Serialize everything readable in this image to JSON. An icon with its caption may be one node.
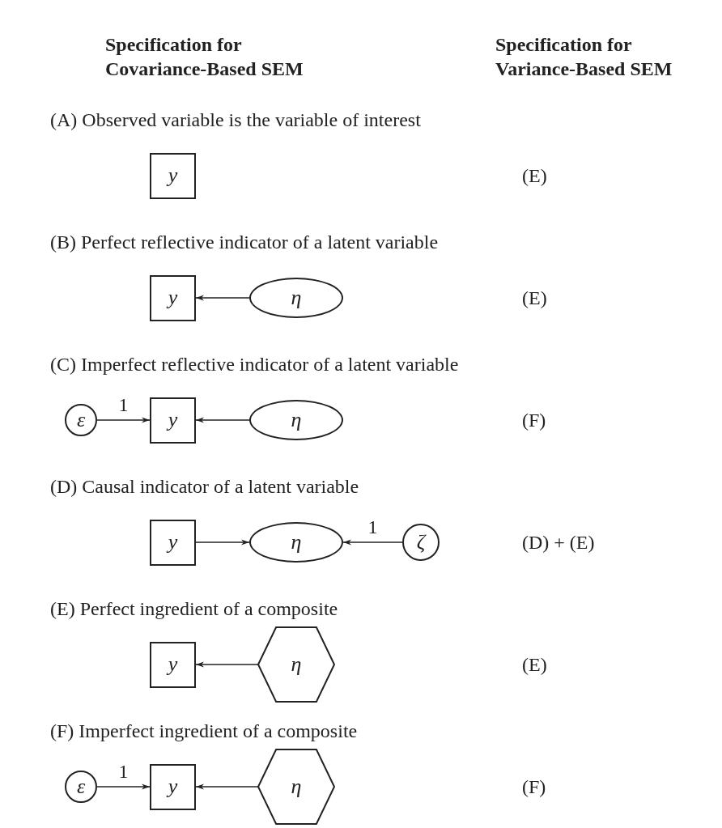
{
  "diagram": {
    "nodes": [
      {
        "text": [
          "y"
        ]
      },
      {
        "text": [
          "y"
        ]
      },
      {
        "text": [
          "η"
        ]
      },
      {
        "text": [
          "ε"
        ]
      },
      {
        "text": [
          "y"
        ]
      },
      {
        "text": [
          "η"
        ]
      },
      {
        "text": [
          "y"
        ]
      },
      {
        "text": [
          "η"
        ]
      },
      {
        "text": [
          "ζ"
        ]
      },
      {
        "text": [
          "y"
        ]
      },
      {
        "text": [
          "η"
        ]
      },
      {
        "text": [
          "ε"
        ]
      },
      {
        "text": [
          "y"
        ]
      },
      {
        "text": [
          "η"
        ]
      }
    ],
    "edges": [
      {
        "from": 2,
        "to": 1,
        "arrow": "to"
      },
      {
        "from": 3,
        "to": 4,
        "arrow": "to",
        "label": "1"
      },
      {
        "from": 5,
        "to": 4,
        "arrow": "to"
      },
      {
        "from": 6,
        "to": 7,
        "arrow": "to"
      },
      {
        "from": 8,
        "to": 7,
        "arrow": "to",
        "label": "1"
      },
      {
        "from": 10,
        "to": 9,
        "arrow": "to"
      },
      {
        "from": 11,
        "to": 12,
        "arrow": "to",
        "label": "1"
      },
      {
        "from": 13,
        "to": 12,
        "arrow": "to"
      }
    ],
    "labels": [
      "Specification for Covariance-Based SEM",
      "Specification for Variance-Based SEM",
      "(A) Observed variable is the variable of interest",
      "(E)",
      "(B) Perfect reflective indicator of a latent variable",
      "(E)",
      "(C) Imperfect reflective indicator of a latent variable",
      "(F)",
      "(D) Causal indicator of a latent variable",
      "(D) + (E)",
      "(E) Perfect ingredient of a composite",
      "(E)",
      "(F) Imperfect ingredient of a composite",
      "(F)"
    ]
  }
}
